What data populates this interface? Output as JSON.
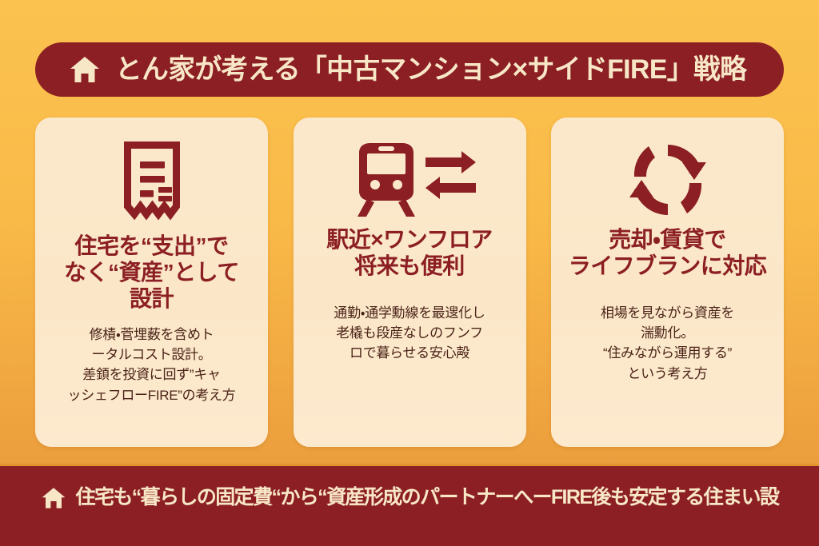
{
  "palette": {
    "brand_dark_red": "#8c1f23",
    "cream": "#fbe8cb",
    "cream_text": "#f7e7c7",
    "body_text": "#4a2318",
    "bg_top": "#fbc24f",
    "bg_bottom": "#e7963a",
    "footer_rule": "#e0952f"
  },
  "header": {
    "icon": "home-icon",
    "title": "とん家が考える「中古マンション×サイドFIRE」戦略"
  },
  "cards": [
    {
      "icon": "receipt-icon",
      "heading": "住宅を“支出”で\nなく“資産”として\n設計",
      "body": "修樍・菅埋薮を含めト\nータルコスト設計。\n差顉を投資に回ず”キャ\nッシェフローFIRE”の考え方"
    },
    {
      "icon": "train-exchange-icon",
      "heading": "駅近×ワンフロア\n将来も便利",
      "body": "通勤・通学勳線を最遚化し\n老橇も段産なしのフンフ\nロで暮らせる安心殸"
    },
    {
      "icon": "refresh-cycle-icon",
      "heading": "売却・賃貸で\nライフブランに対応",
      "body": "相場を見ながら資産を\n湍勳化。\n“住みながら運用する”\nという考え方"
    }
  ],
  "footer": {
    "icon": "home-icon",
    "text": "住宅も“暮らしの固定費“から“資産形成のパートナーへーFIRE後も安定する住まい設"
  }
}
